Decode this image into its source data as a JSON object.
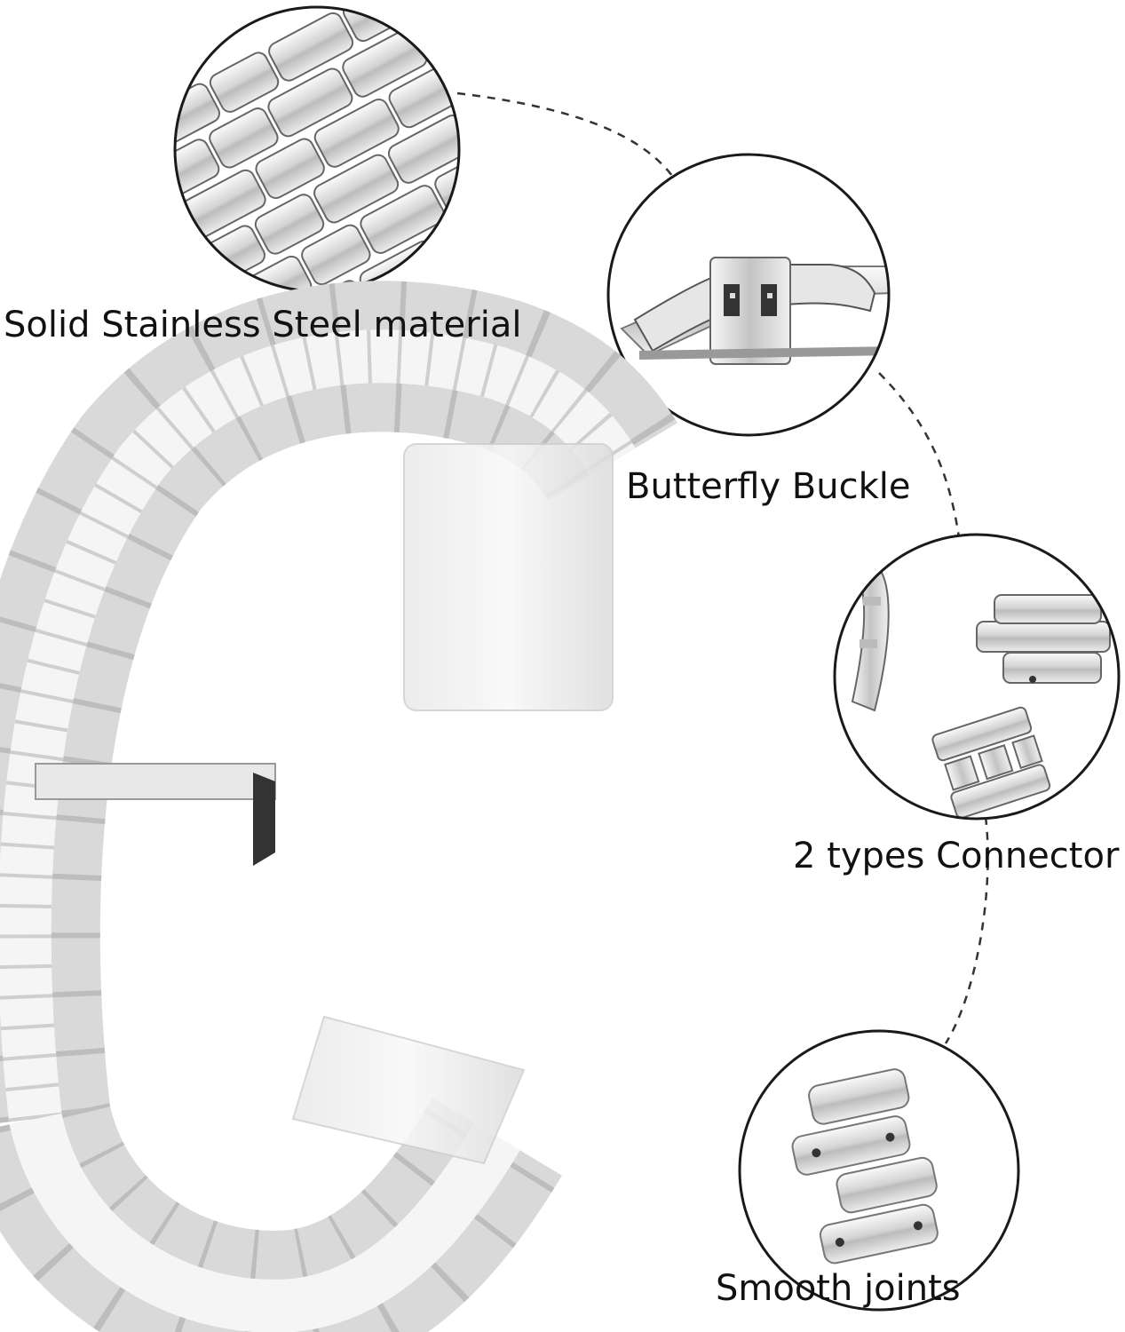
{
  "features": [
    {
      "label": "Solid Stainless Steel material",
      "icon": "stainless-steel-links-closeup"
    },
    {
      "label": "Butterfly Buckle",
      "icon": "butterfly-buckle-clasp"
    },
    {
      "label": "2 types Connector",
      "icon": "curved-and-straight-end-connectors"
    },
    {
      "label": "Smooth joints",
      "icon": "articulated-link-joints"
    }
  ],
  "colors": {
    "background": "#ffffff",
    "steel_light": "#f2f2f2",
    "steel_mid": "#c9c9c9",
    "steel_dark": "#8a8a8a",
    "outline": "#1a1a1a"
  }
}
